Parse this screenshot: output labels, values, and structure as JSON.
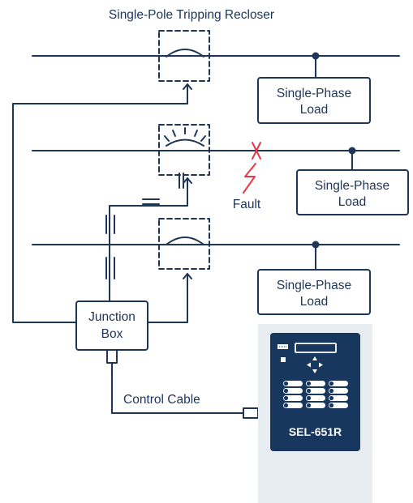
{
  "title": "Single-Pole Tripping Recloser",
  "loads": [
    {
      "line1": "Single-Phase",
      "line2": "Load"
    },
    {
      "line1": "Single-Phase",
      "line2": "Load"
    },
    {
      "line1": "Single-Phase",
      "line2": "Load"
    }
  ],
  "fault_label": "Fault",
  "junction_box": {
    "line1": "Junction",
    "line2": "Box"
  },
  "control_cable_label": "Control Cable",
  "device": {
    "name": "SEL-651R"
  },
  "colors": {
    "line": "#1d3557",
    "fault": "#e63946",
    "panel": "#e8edf2",
    "device_face": "#17375e",
    "text": "#1d3557"
  }
}
